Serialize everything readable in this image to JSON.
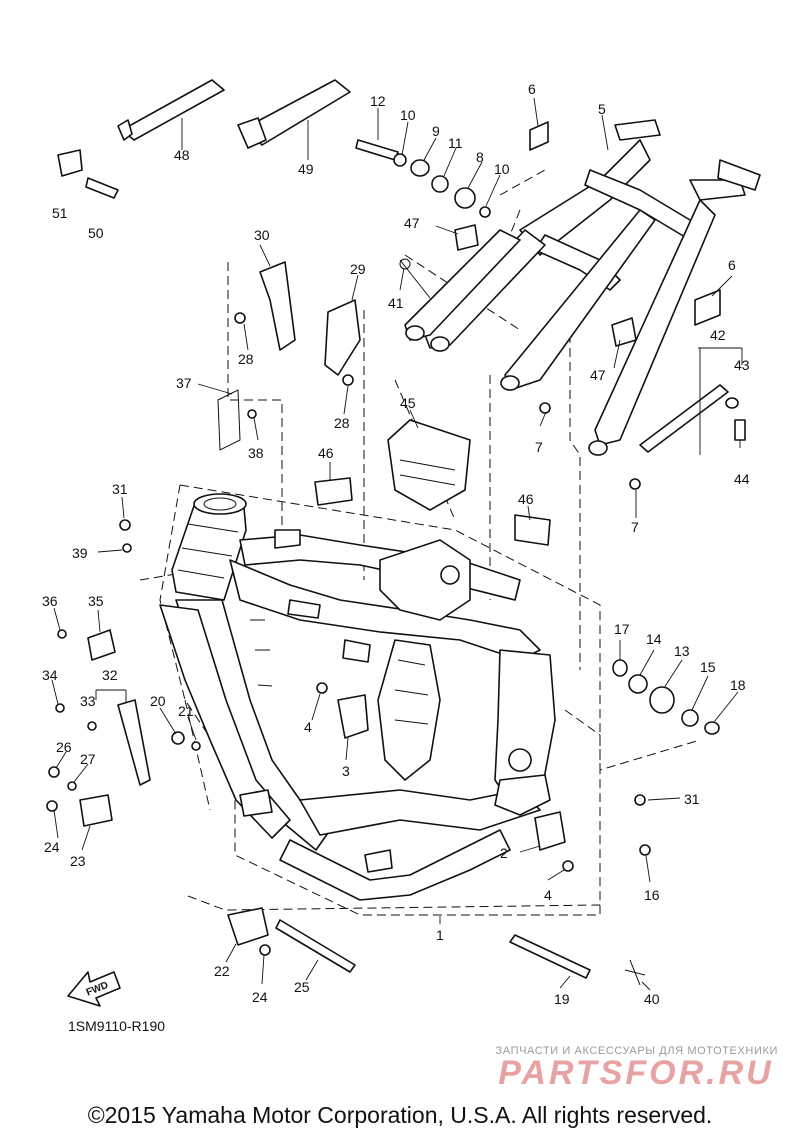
{
  "diagram": {
    "reference_code": "1SM9110-R190",
    "fwd_label": "FWD",
    "callouts": [
      {
        "id": "c1",
        "text": "1"
      },
      {
        "id": "c2",
        "text": "2"
      },
      {
        "id": "c3",
        "text": "3"
      },
      {
        "id": "c4a",
        "text": "4"
      },
      {
        "id": "c4b",
        "text": "4"
      },
      {
        "id": "c5",
        "text": "5"
      },
      {
        "id": "c6a",
        "text": "6"
      },
      {
        "id": "c6b",
        "text": "6"
      },
      {
        "id": "c7a",
        "text": "7"
      },
      {
        "id": "c7b",
        "text": "7"
      },
      {
        "id": "c8",
        "text": "8"
      },
      {
        "id": "c9",
        "text": "9"
      },
      {
        "id": "c10a",
        "text": "10"
      },
      {
        "id": "c10b",
        "text": "10"
      },
      {
        "id": "c11",
        "text": "11"
      },
      {
        "id": "c12",
        "text": "12"
      },
      {
        "id": "c13",
        "text": "13"
      },
      {
        "id": "c14",
        "text": "14"
      },
      {
        "id": "c15",
        "text": "15"
      },
      {
        "id": "c16",
        "text": "16"
      },
      {
        "id": "c17",
        "text": "17"
      },
      {
        "id": "c18",
        "text": "18"
      },
      {
        "id": "c19",
        "text": "19"
      },
      {
        "id": "c20",
        "text": "20"
      },
      {
        "id": "c21",
        "text": "21"
      },
      {
        "id": "c22",
        "text": "22"
      },
      {
        "id": "c23",
        "text": "23"
      },
      {
        "id": "c24a",
        "text": "24"
      },
      {
        "id": "c24b",
        "text": "24"
      },
      {
        "id": "c25",
        "text": "25"
      },
      {
        "id": "c26",
        "text": "26"
      },
      {
        "id": "c27",
        "text": "27"
      },
      {
        "id": "c28a",
        "text": "28"
      },
      {
        "id": "c28b",
        "text": "28"
      },
      {
        "id": "c29",
        "text": "29"
      },
      {
        "id": "c30",
        "text": "30"
      },
      {
        "id": "c31a",
        "text": "31"
      },
      {
        "id": "c31b",
        "text": "31"
      },
      {
        "id": "c32",
        "text": "32"
      },
      {
        "id": "c33",
        "text": "33"
      },
      {
        "id": "c34",
        "text": "34"
      },
      {
        "id": "c35",
        "text": "35"
      },
      {
        "id": "c36",
        "text": "36"
      },
      {
        "id": "c37",
        "text": "37"
      },
      {
        "id": "c38",
        "text": "38"
      },
      {
        "id": "c39",
        "text": "39"
      },
      {
        "id": "c40",
        "text": "40"
      },
      {
        "id": "c41",
        "text": "41"
      },
      {
        "id": "c42",
        "text": "42"
      },
      {
        "id": "c43",
        "text": "43"
      },
      {
        "id": "c44",
        "text": "44"
      },
      {
        "id": "c45",
        "text": "45"
      },
      {
        "id": "c46a",
        "text": "46"
      },
      {
        "id": "c46b",
        "text": "46"
      },
      {
        "id": "c47a",
        "text": "47"
      },
      {
        "id": "c47b",
        "text": "47"
      },
      {
        "id": "c48",
        "text": "48"
      },
      {
        "id": "c49",
        "text": "49"
      },
      {
        "id": "c50",
        "text": "50"
      },
      {
        "id": "c51",
        "text": "51"
      }
    ]
  },
  "watermark": {
    "tagline": "ЗАПЧАСТИ И АКСЕССУАРЫ ДЛЯ МОТОТЕХНИКИ",
    "logo_text": "PARTSFOR.RU",
    "color": "#e7a3a3"
  },
  "footer": {
    "copyright": "©2015 Yamaha Motor Corporation, U.S.A. All rights reserved."
  }
}
